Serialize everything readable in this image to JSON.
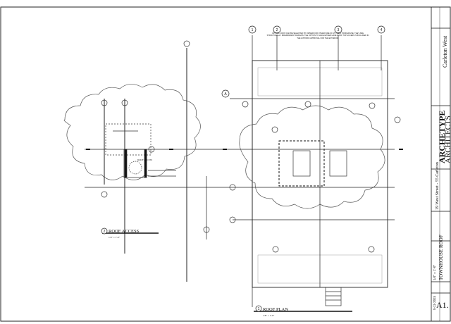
{
  "drawings": {
    "roof_access": {
      "number": "2",
      "title": "ROOF ACCESS",
      "scale": "1/4\" = 1'-0\"",
      "tag": "ROOF ACCESS"
    },
    "roof_plan": {
      "number": "1",
      "title": "ROOF PLAN",
      "scale": "1/8\" = 1'-0\"",
      "option_note": "OPTION A OR B CAN BE SELECTED BY OWNER FOR OTHER SIDE OF 15 THEIR TOWNHOUSE. THEY ARE STRUCTURALLY INDEPENDENT DESIGNS. THE OPTION TO HAVE EITHER HAVE ROOF TOP ACCESS IS INCLUDED IN THE HISTORIC APPROVAL FOR THE EXTERIOR."
    }
  },
  "grid_bubbles": [
    "1",
    "2",
    "3",
    "4"
  ],
  "row_bubble": "A",
  "title_block": {
    "firm_line1": "ARCHETYPE",
    "firm_line2": "ARCHITECTS",
    "project_address": "19 West Street - 55 Carleton",
    "client": "Carleton West",
    "sheet_title": "TOWNHOUSE ROOF",
    "scale_note": "1/4\" = 1'-0\"",
    "date": "5-11-2024",
    "sheet_number": "A1."
  },
  "colors": {
    "line": "#1a1a1a",
    "cloud": "#555555",
    "hatch": "#777777"
  }
}
